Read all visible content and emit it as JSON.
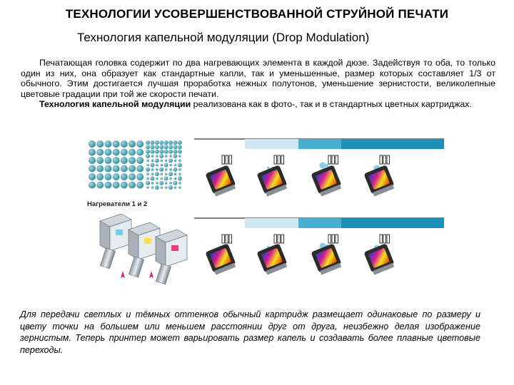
{
  "title": "ТЕХНОЛОГИИ УСОВЕРШЕНСТВОВАННОЙ СТРУЙНОЙ ПЕЧАТИ",
  "subtitle": "Технология капельной модуляции (Drop Modulation)",
  "paragraph1": "Печатающая головка содержит по два нагревающих элемента в каждой дюзе. Задействуя то оба, то только один из них, она образует как стандартные капли, так и уменьшенные, размер которых составляет 1/3 от обычного. Этим достигается лучшая проработка нежных полутонов, уменьшение зернистости, великолепные цветовые градации при той же скорости печати.",
  "paragraph2_bold": "Технология капельной модуляции",
  "paragraph2_rest": " реализована как в фото-, так и в стандартных цветных картриджах.",
  "figure_label": "Нагреватели 1 и 2",
  "caption": "Для передачи светлых и тёмных оттенков обычный картридж размещает одинаковые по размеру и цвету точки на большем или меньшем расстоянии друг от друга, неизбежно делая изображение зернистым. Теперь принтер может варьировать размер капель и создавать более плавные цветовые переходы.",
  "colors": {
    "dot": "#3f9dac",
    "band_light": "#cfe9f4",
    "band_mid": "#4aaed0",
    "band_dark": "#1e8fb6",
    "drop": "#7cc7e8",
    "arrow": "#e0226e"
  }
}
